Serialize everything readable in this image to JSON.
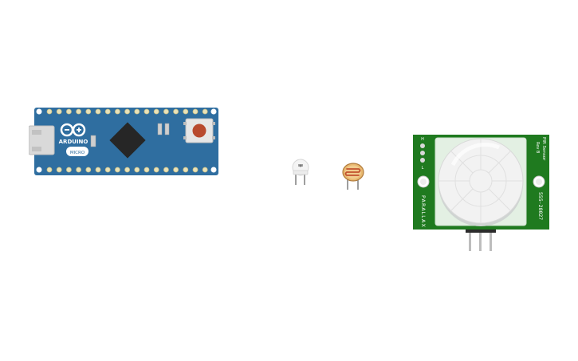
{
  "canvas": {
    "background": "#ffffff"
  },
  "parts": {
    "arduino": {
      "logo_text": "ARDUINO",
      "badge_text": "MICRO",
      "board_color": "#2f6ea0",
      "reset_color": "#b84a2e"
    },
    "led": {
      "name": "led-component"
    },
    "photoresistor": {
      "name": "photoresistor-component"
    },
    "pir": {
      "brand_text": "PARALLAX",
      "title_text": "PIR Sensor",
      "rev_text": "Rev B",
      "part_number": "555-28027",
      "jumper_top": "H",
      "jumper_bottom": "L",
      "board_color": "#1f7a1f"
    }
  }
}
